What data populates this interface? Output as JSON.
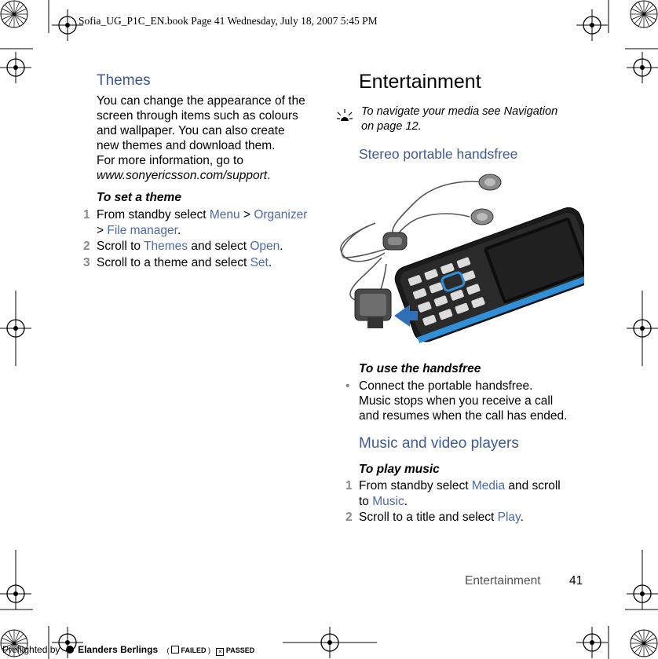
{
  "header": {
    "slug": "Sofia_UG_P1C_EN.book  Page 41  Wednesday, July 18, 2007  5:45 PM"
  },
  "left": {
    "themes_heading": "Themes",
    "themes_body_1": "You can change the appearance of the",
    "themes_body_2": "screen through items such as colours",
    "themes_body_3": "and wallpaper. You can also create",
    "themes_body_4": "new themes and download them.",
    "themes_body_5": "For more information, go to",
    "themes_url": "www.sonyericsson.com/support",
    "themes_url_end": ".",
    "set_theme_title": "To set a theme",
    "steps": [
      {
        "num": "1",
        "a": "From standby select ",
        "b": "Menu",
        "c": " > ",
        "d": "Organizer",
        "e": "> ",
        "f": "File manager",
        "g": "."
      },
      {
        "num": "2",
        "a": "Scroll to ",
        "b": "Themes",
        "c": " and select ",
        "d": "Open",
        "e": "."
      },
      {
        "num": "3",
        "a": "Scroll to a theme and select ",
        "b": "Set",
        "c": "."
      }
    ]
  },
  "right": {
    "title": "Entertainment",
    "tip_1": "To navigate your media see Navigation",
    "tip_2": "on page 12.",
    "handsfree_heading": "Stereo portable handsfree",
    "use_handsfree_title": "To use the handsfree",
    "bullet_1": "Connect the portable handsfree.",
    "bullet_2": "Music stops when you receive a call",
    "bullet_3": "and resumes when the call has ended.",
    "music_heading": "Music and video players",
    "play_music_title": "To play music",
    "music_steps": [
      {
        "num": "1",
        "a": "From standby select ",
        "b": "Media",
        "c": " and scroll",
        "d": "to ",
        "e": "Music",
        "f": "."
      },
      {
        "num": "2",
        "a": "Scroll to a title and select ",
        "b": "Play",
        "c": "."
      }
    ]
  },
  "footer": {
    "section": "Entertainment",
    "page": "41"
  },
  "preflight": {
    "prefix": "Preflighted by",
    "brand": "Elanders Berlings",
    "failed": "FAILED",
    "passed": "PASSED"
  },
  "colors": {
    "heading_blue": "#3e5a92",
    "menu_blue": "#4a6aa8",
    "step_gray": "#8a8a8a",
    "phone_accent": "#2f8fd8"
  }
}
